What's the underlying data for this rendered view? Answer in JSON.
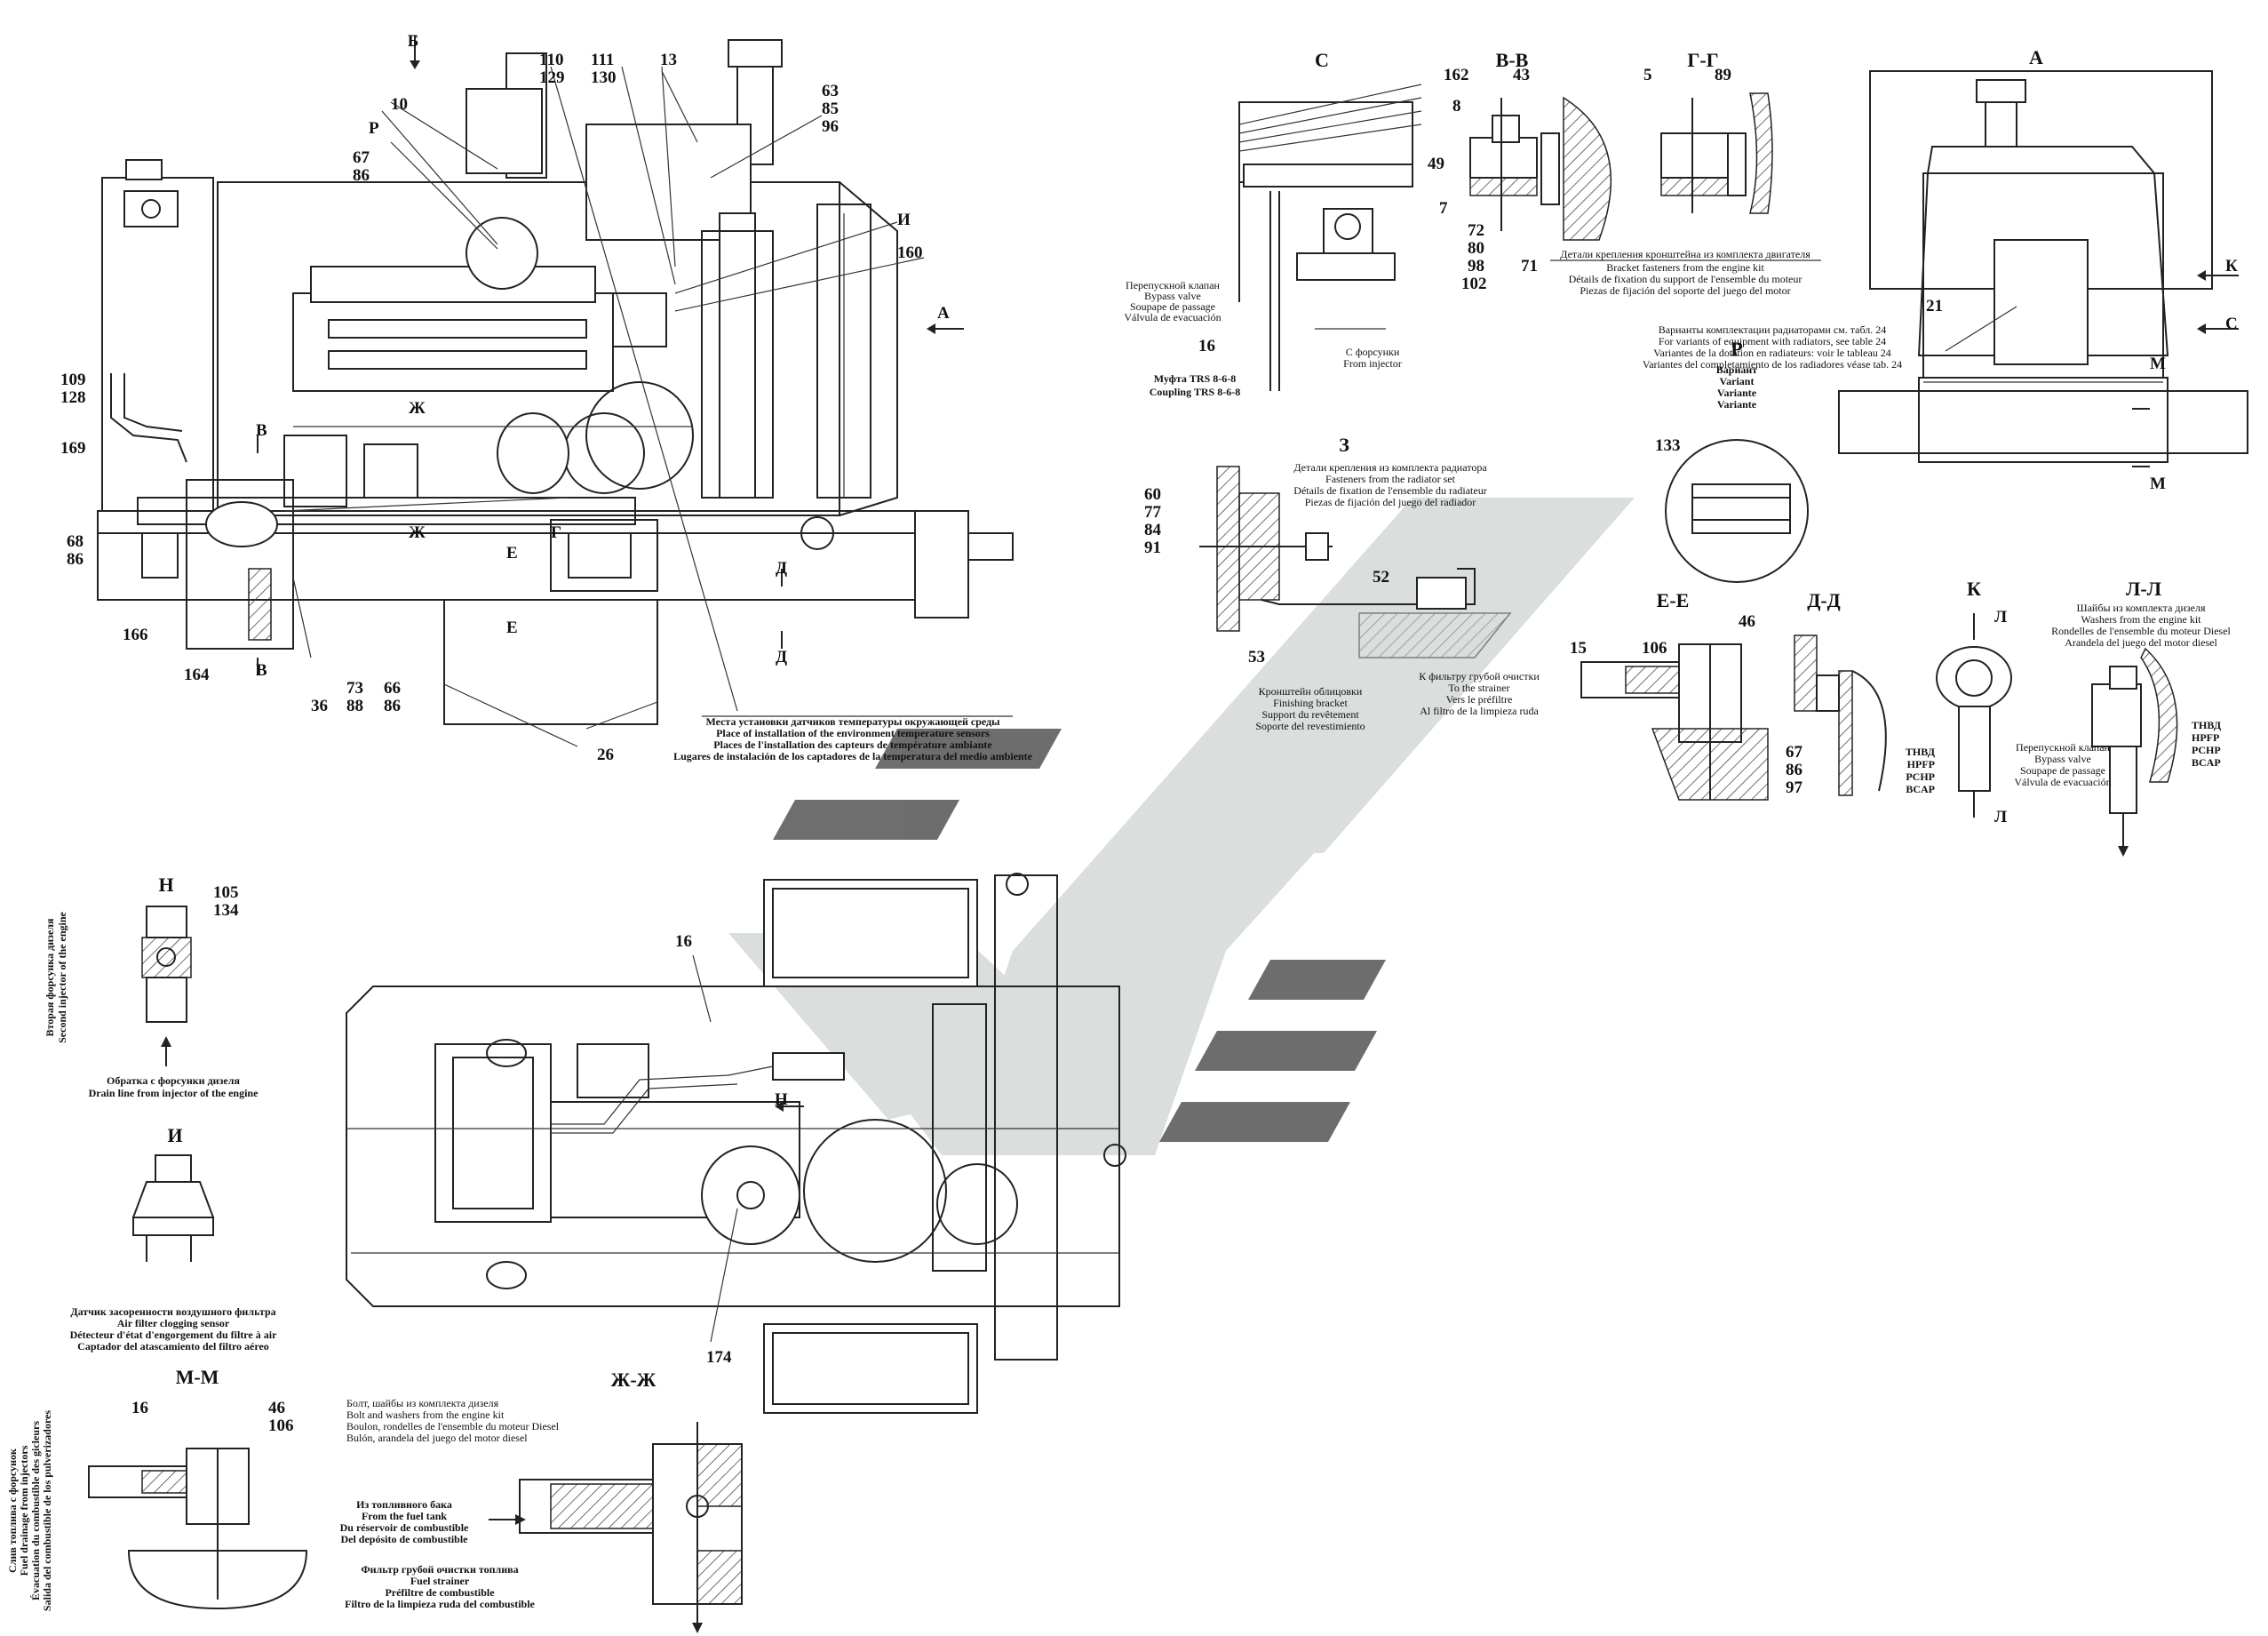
{
  "sections": {
    "B_arrow": "Б",
    "A_arrow": "А",
    "C": "С",
    "VV": "В-В",
    "GG": "Г-Г",
    "A": "А",
    "K_arrow": "К",
    "C_arrow": "С",
    "M1": "М",
    "M2": "М",
    "Z": "З",
    "R": "Р",
    "EE": "Е-Е",
    "DD": "Д-Д",
    "K": "К",
    "LL": "Л-Л",
    "L_top": "Л",
    "L_bottom": "Л",
    "N": "Н",
    "I": "И",
    "I_main": "И",
    "P_main": "Р",
    "MM": "М-М",
    "ZhZh": "Ж-Ж",
    "Zh1": "Ж",
    "Zh2": "Ж",
    "V1": "В",
    "V2": "В",
    "E1": "Е",
    "E2": "Е",
    "G1": "Г",
    "D1": "Д",
    "D2": "Д",
    "N_plan": "Н"
  },
  "callouts": {
    "c110": "110",
    "c129": "129",
    "c111": "111",
    "c130": "130",
    "c13": "13",
    "c63": "63",
    "c85": "85",
    "c96": "96",
    "c10": "10",
    "c67a": "67",
    "c86a": "86",
    "c160": "160",
    "c109": "109",
    "c128": "128",
    "c169": "169",
    "c68": "68",
    "c86b": "86",
    "c166": "166",
    "c164": "164",
    "c36": "36",
    "c73": "73",
    "c88": "88",
    "c66": "66",
    "c86c": "86",
    "c26": "26",
    "c16a": "16",
    "c162": "162",
    "c43": "43",
    "c8": "8",
    "c49": "49",
    "c7": "7",
    "c72": "72",
    "c80": "80",
    "c98": "98",
    "c102": "102",
    "c71": "71",
    "c5": "5",
    "c89": "89",
    "c21": "21",
    "c60": "60",
    "c77": "77",
    "c84": "84",
    "c91": "91",
    "c52": "52",
    "c53": "53",
    "c133": "133",
    "c15": "15",
    "c106a": "106",
    "c46a": "46",
    "c67b": "67",
    "c86d": "86",
    "c97": "97",
    "c105": "105",
    "c134": "134",
    "c16b": "16",
    "c174": "174",
    "c16c": "16",
    "c46b": "46",
    "c106b": "106"
  },
  "notes": {
    "bypass": [
      "Перепускной клапан",
      "Bypass valve",
      "Soupape de passage",
      "Válvula de evacuación"
    ],
    "from_injector": [
      "С форсунки",
      "From injector"
    ],
    "coupling": [
      "Муфта TRS 8-6-8",
      "Coupling TRS 8-6-8"
    ],
    "engine_bracket": [
      "Детали крепления кронштейна из комплекта двигателя",
      "Bracket fasteners from the engine kit",
      "Détails de fixation du support de l'ensemble du moteur",
      "Piezas de fijación del soporte del juego del motor"
    ],
    "radiator_variants": [
      "Варианты комплектации радиаторами см. табл. 24",
      "For variants of equipment with radiators, see table 24",
      "Variantes de la dotation en radiateurs: voir le tableau 24",
      "Variantes del completamiento de los radiadores véase tab. 24"
    ],
    "variant": [
      "Вариант",
      "Variant",
      "Variante",
      "Variante"
    ],
    "radiator_fasteners": [
      "Детали крепления из комплекта радиатора",
      "Fasteners from the radiator set",
      "Détails de fixation de l'ensemble du radiateur",
      "Piezas de fijación del juego del radiador"
    ],
    "finishing_bracket": [
      "Кронштейн облицовки",
      "Finishing bracket",
      "Support du revêtement",
      "Soporte del revestimiento"
    ],
    "to_strainer": [
      "К фильтру грубой очистки",
      "To the strainer",
      "Vers le préfiltre",
      "Al filtro de la limpieza ruda"
    ],
    "sensors": [
      "Места установки датчиков температуры окружающей среды",
      "Place of installation of the environment temperature sensors",
      "Places de l'installation des capteurs de température ambiante",
      "Lugares de instalación de los captadores de la temperatura del medio ambiente"
    ],
    "engine_washers": [
      "Шайбы из комплекта дизеля",
      "Washers from the engine kit",
      "Rondelles de l'ensemble du moteur Diesel",
      "Arandela del juego del motor diesel"
    ],
    "hpfp": [
      "ТНВД",
      "HPFP",
      "PCHP",
      "BCAP"
    ],
    "bypass2": [
      "Перепускной клапан",
      "Bypass valve",
      "Soupape de passage",
      "Válvula de evacuación"
    ],
    "second_injector": [
      "Вторая форсунка дизеля",
      "Second injector of the engine"
    ],
    "drain_line": [
      "Обратка с форсунки дизеля",
      "Drain line from injector of the engine"
    ],
    "air_filter": [
      "Датчик засоренности воздушного фильтра",
      "Air filter clogging sensor",
      "Détecteur d'état d'engorgement du filtre à air",
      "Captador del atascamiento del filtro aéreo"
    ],
    "fuel_drainage": [
      "Слив топлива с форсунок",
      "Fuel drainage from injectors",
      "Évacuation du combustible des gicleurs",
      "Salida del combustible de los pulverizadores"
    ],
    "bolt_washers": [
      "Болт, шайбы из комплекта дизеля",
      "Bolt and washers from the engine kit",
      "Boulon, rondelles de l'ensemble du moteur Diesel",
      "Bulón, arandela del juego del motor diesel"
    ],
    "from_tank": [
      "Из топливного бака",
      "From the fuel tank",
      "Du réservoir de combustible",
      "Del depósito de combustible"
    ],
    "fuel_strainer": [
      "Фильтр грубой очистки топлива",
      "Fuel strainer",
      "Préfiltre de combustible",
      "Filtro de la limpieza ruda del combustible"
    ]
  },
  "colors": {
    "line": "#222222",
    "watermark_light": "#d6dbd9",
    "watermark_dark": "#5e5e5e",
    "background": "#ffffff"
  }
}
